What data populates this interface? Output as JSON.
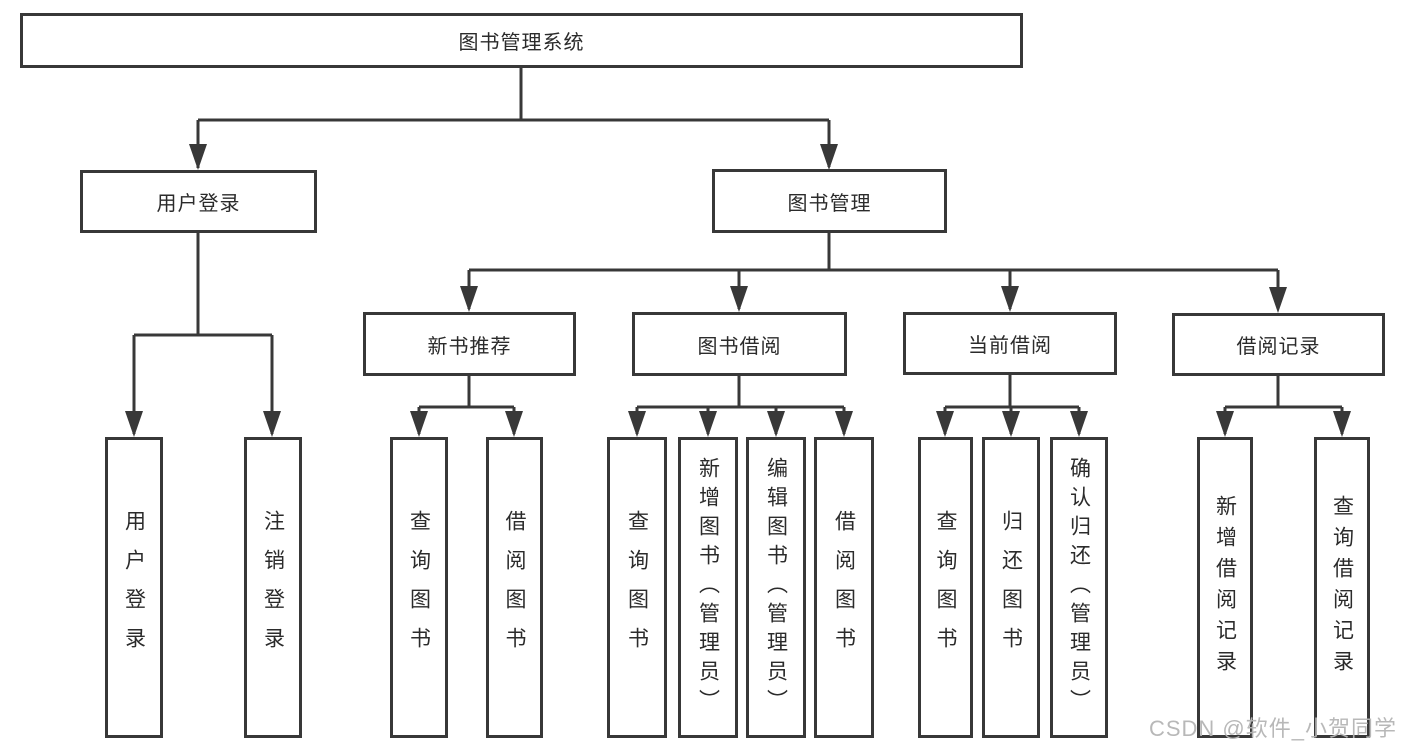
{
  "diagram": {
    "root": {
      "label": "图书管理系统"
    },
    "level2": [
      {
        "label": "用户登录"
      },
      {
        "label": "图书管理"
      }
    ],
    "level3": [
      {
        "label": "新书推荐"
      },
      {
        "label": "图书借阅"
      },
      {
        "label": "当前借阅"
      },
      {
        "label": "借阅记录"
      }
    ],
    "leaves": {
      "user_login": [
        "用户登录",
        "注销登录"
      ],
      "new_books": [
        "查询图书",
        "借阅图书"
      ],
      "book_borrow": [
        "查询图书",
        "新增图书（管理员）",
        "编辑图书（管理员）",
        "借阅图书"
      ],
      "current_borrow": [
        "查询图书",
        "归还图书",
        "确认归还（管理员）"
      ],
      "borrow_records": [
        "新增借阅记录",
        "查询借阅记录"
      ]
    },
    "watermark": "CSDN @软件_小贺同学",
    "colors": {
      "line": "#383838",
      "text": "#2b2b2b",
      "bg": "#ffffff",
      "watermark": "#b5b5b5"
    }
  }
}
